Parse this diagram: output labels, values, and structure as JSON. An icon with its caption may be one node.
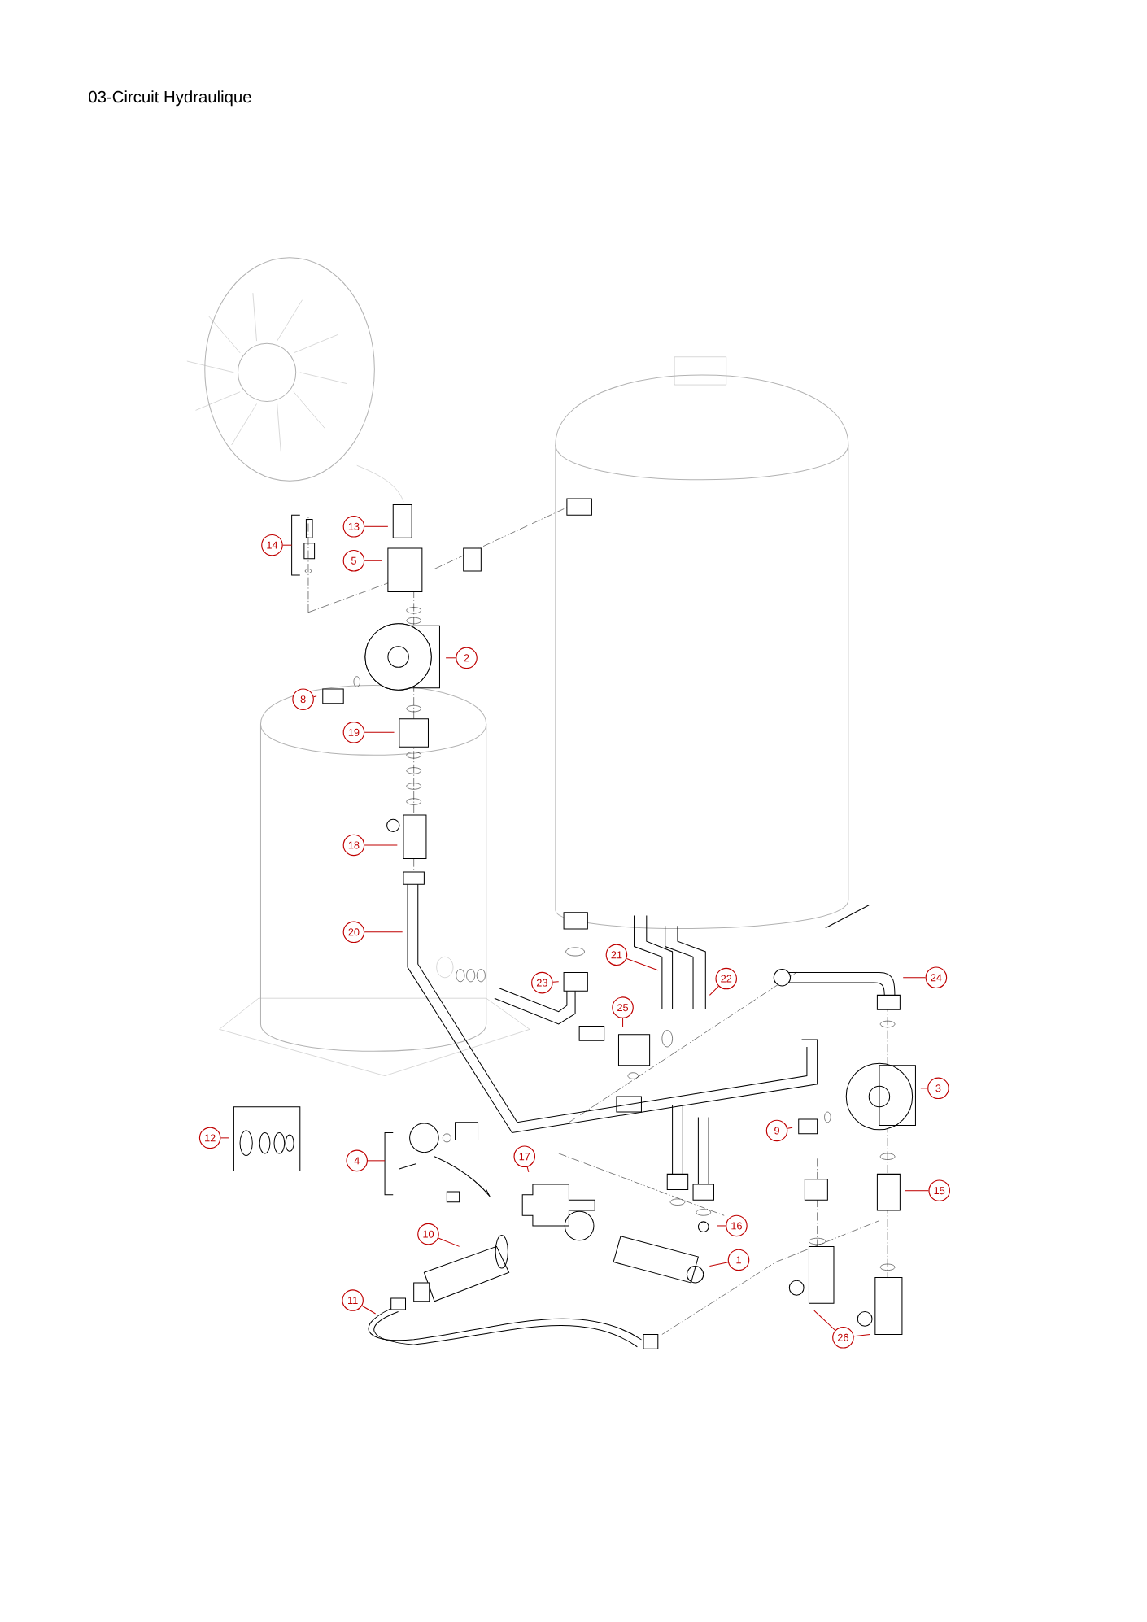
{
  "diagram": {
    "title": "03-Circuit Hydraulique",
    "nodes": [
      {
        "text": [
          "13"
        ]
      },
      {
        "text": [
          "14"
        ]
      },
      {
        "text": [
          "5"
        ]
      },
      {
        "text": [
          "2"
        ]
      },
      {
        "text": [
          "8"
        ]
      },
      {
        "text": [
          "19"
        ]
      },
      {
        "text": [
          "18"
        ]
      },
      {
        "text": [
          "20"
        ]
      },
      {
        "text": [
          "21"
        ]
      },
      {
        "text": [
          "24"
        ]
      },
      {
        "text": [
          "22"
        ]
      },
      {
        "text": [
          "23"
        ]
      },
      {
        "text": [
          "25"
        ]
      },
      {
        "text": [
          "3"
        ]
      },
      {
        "text": [
          "9"
        ]
      },
      {
        "text": [
          "12"
        ]
      },
      {
        "text": [
          "17"
        ]
      },
      {
        "text": [
          "4"
        ]
      },
      {
        "text": [
          "15"
        ]
      },
      {
        "text": [
          "16"
        ]
      },
      {
        "text": [
          "10"
        ]
      },
      {
        "text": [
          "1"
        ]
      },
      {
        "text": [
          "11"
        ]
      },
      {
        "text": [
          "26"
        ]
      }
    ],
    "edges": [
      {
        "from": 0,
        "to": null,
        "arrow": "none"
      },
      {
        "from": 1,
        "to": null,
        "arrow": "none"
      },
      {
        "from": 2,
        "to": null,
        "arrow": "none"
      },
      {
        "from": 3,
        "to": null,
        "arrow": "none"
      },
      {
        "from": 4,
        "to": null,
        "arrow": "none"
      },
      {
        "from": 5,
        "to": null,
        "arrow": "none"
      },
      {
        "from": 6,
        "to": null,
        "arrow": "none"
      },
      {
        "from": 7,
        "to": null,
        "arrow": "none"
      },
      {
        "from": 8,
        "to": null,
        "arrow": "none"
      },
      {
        "from": 9,
        "to": null,
        "arrow": "none"
      },
      {
        "from": 10,
        "to": null,
        "arrow": "none"
      },
      {
        "from": 11,
        "to": null,
        "arrow": "none"
      },
      {
        "from": 12,
        "to": null,
        "arrow": "none"
      },
      {
        "from": 13,
        "to": null,
        "arrow": "none"
      },
      {
        "from": 14,
        "to": null,
        "arrow": "none"
      },
      {
        "from": 15,
        "to": null,
        "arrow": "none"
      },
      {
        "from": 16,
        "to": null,
        "arrow": "none"
      },
      {
        "from": 17,
        "to": null,
        "arrow": "none"
      },
      {
        "from": 18,
        "to": null,
        "arrow": "none"
      },
      {
        "from": 19,
        "to": null,
        "arrow": "none"
      },
      {
        "from": 20,
        "to": null,
        "arrow": "none"
      },
      {
        "from": 21,
        "to": null,
        "arrow": "none"
      },
      {
        "from": 22,
        "to": null,
        "arrow": "none"
      },
      {
        "from": 23,
        "to": null,
        "arrow": "none"
      },
      {
        "from": 23,
        "to": null,
        "arrow": "none"
      }
    ]
  }
}
